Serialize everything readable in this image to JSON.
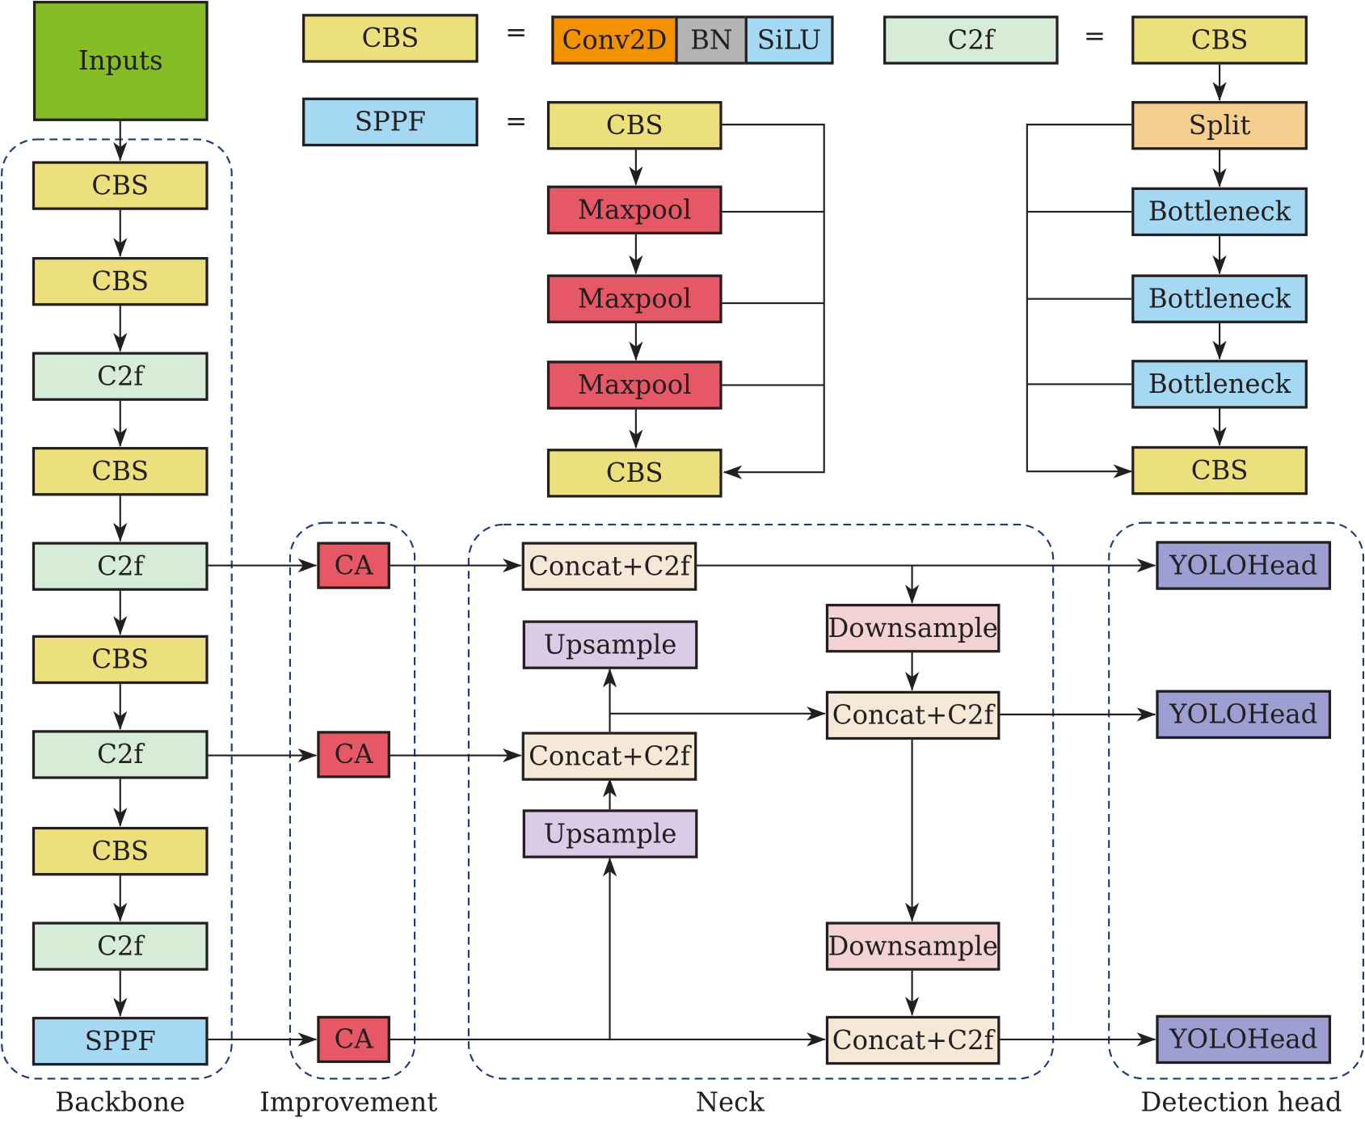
{
  "colors": {
    "cbs": "#ece07d",
    "c2f": "#d7ecd6",
    "sppf": "#a5d8f2",
    "ca": "#e65866",
    "maxpool": "#e65866",
    "conv2d": "#f39200",
    "bn": "#b3b3b3",
    "silu": "#a5d8f2",
    "split": "#f5cf8f",
    "bottleneck": "#a5d8f2",
    "concat": "#f6e8d6",
    "upsample": "#dccbe7",
    "downsample": "#f2d2d2",
    "yolohead": "#9d9fd2",
    "inputs": "#86bc25",
    "dashed_group": "#1f3a7a"
  },
  "legend": {
    "cbs_label": "CBS",
    "eq": "=",
    "conv2d": "Conv2D",
    "bn": "BN",
    "silu": "SiLU",
    "c2f_label": "C2f",
    "sppf_label": "SPPF",
    "sppf_def": [
      "CBS",
      "Maxpool",
      "Maxpool",
      "Maxpool",
      "CBS"
    ],
    "c2f_def": [
      "CBS",
      "Split",
      "Bottleneck",
      "Bottleneck",
      "Bottleneck",
      "CBS"
    ]
  },
  "backbone": {
    "inputs": "Inputs",
    "blocks": [
      "CBS",
      "CBS",
      "C2f",
      "CBS",
      "C2f",
      "CBS",
      "C2f",
      "CBS",
      "C2f",
      "SPPF"
    ],
    "label": "Backbone"
  },
  "improvement": {
    "blocks": [
      "CA",
      "CA",
      "CA"
    ],
    "label": "Improvement"
  },
  "neck": {
    "concat_top": "Concat+C2f",
    "upsample_top": "Upsample",
    "concat_mid": "Concat+C2f",
    "upsample_bot": "Upsample",
    "downsample_top": "Downsample",
    "concat_right_mid": "Concat+C2f",
    "downsample_bot": "Downsample",
    "concat_right_bot": "Concat+C2f",
    "label": "Neck"
  },
  "head": {
    "blocks": [
      "YOLOHead",
      "YOLOHead",
      "YOLOHead"
    ],
    "label": "Detection head"
  }
}
